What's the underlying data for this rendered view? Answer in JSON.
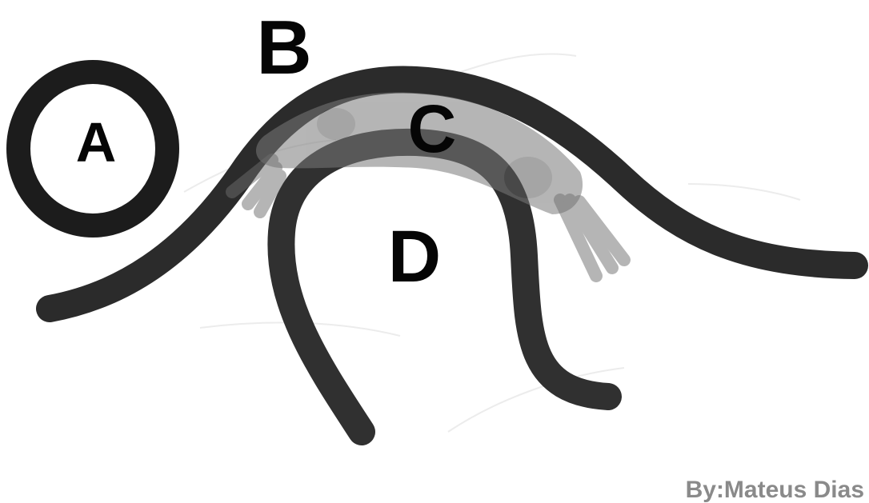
{
  "labels": {
    "a": "A",
    "b": "B",
    "c": "C",
    "d": "D"
  },
  "credit": "By:Mateus Dias",
  "colors": {
    "background": "#ffffff",
    "stroke_dark": "#2b2b2b",
    "ring": "#1c1c1c",
    "overlay": "#7a7a7a",
    "label": "#050505",
    "credit": "#8a8a8a"
  }
}
